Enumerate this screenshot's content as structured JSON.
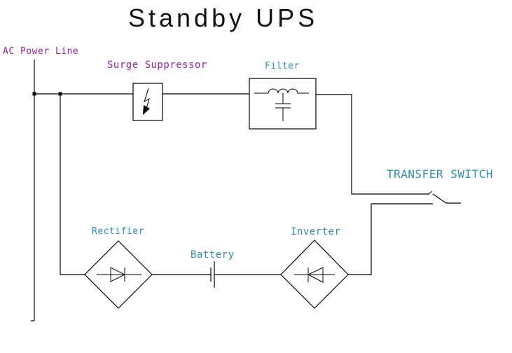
{
  "title": "Standby UPS",
  "colors": {
    "wire": "#000000",
    "magenta": "#a020a0",
    "teal": "#2e8fb5"
  },
  "labels": {
    "ac_power_line": "AC Power Line",
    "surge_suppressor": "Surge Suppressor",
    "filter": "Filter",
    "transfer_switch": "TRANSFER SWITCH",
    "rectifier": "Rectifier",
    "battery": "Battery",
    "inverter": "Inverter"
  },
  "diagram": {
    "type": "circuit-schematic",
    "components": [
      {
        "name": "ac-power-line",
        "symbol": "vertical-bus"
      },
      {
        "name": "surge-suppressor",
        "symbol": "box-with-lightning-arrow"
      },
      {
        "name": "filter",
        "symbol": "box-with-inductor-and-capacitor"
      },
      {
        "name": "transfer-switch",
        "symbol": "spdt-switch-closed-to-utility"
      },
      {
        "name": "rectifier",
        "symbol": "diamond-diode-right"
      },
      {
        "name": "battery",
        "symbol": "two-plate-cell"
      },
      {
        "name": "inverter",
        "symbol": "diamond-diode-left"
      }
    ],
    "paths": [
      "AC Power Line -> Surge Suppressor -> Filter -> Transfer Switch (top contact)",
      "AC Power Line -> Rectifier -> Battery -> Inverter -> Transfer Switch (bottom contact)"
    ]
  }
}
